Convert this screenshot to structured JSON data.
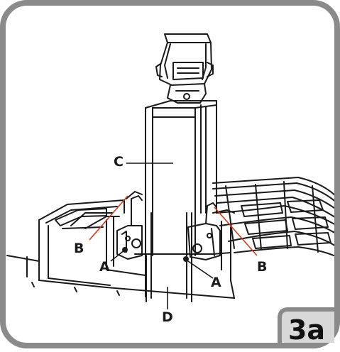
{
  "figure_label": "3a",
  "callouts": {
    "a_left": "A",
    "a_right": "A",
    "b_left": "B",
    "b_right": "B",
    "c": "C",
    "d": "D"
  },
  "colors": {
    "frame": "#8a8a8a",
    "line": "#1a1a1a",
    "leader_red": "#d9381e",
    "badge_bg": "#d8d8d8"
  }
}
